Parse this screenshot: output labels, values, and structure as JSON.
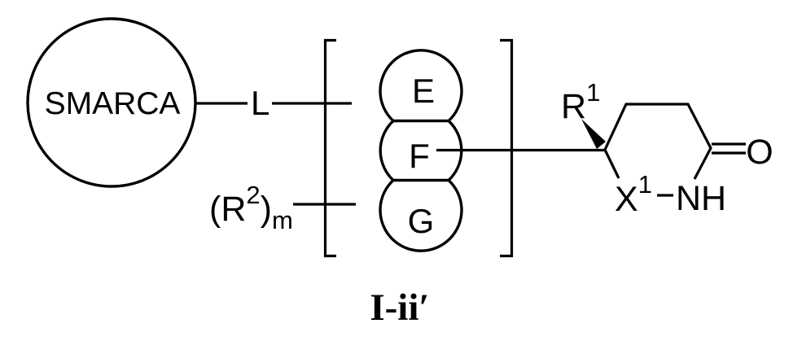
{
  "figure": {
    "compound_label": "I-ii′",
    "protein": "SMARCA",
    "linker": "L",
    "r2": {
      "prefix": "(R",
      "superscript": "2",
      "suffix": ")",
      "subscript": "m"
    },
    "rings": {
      "e": "E",
      "f": "F",
      "g": "G"
    },
    "r1": {
      "base": "R",
      "superscript": "1"
    },
    "x1": {
      "base": "X",
      "superscript": "1"
    },
    "nh": "NH",
    "oxygen": "O"
  },
  "colors": {
    "ink": "#000000",
    "background": "#ffffff"
  }
}
